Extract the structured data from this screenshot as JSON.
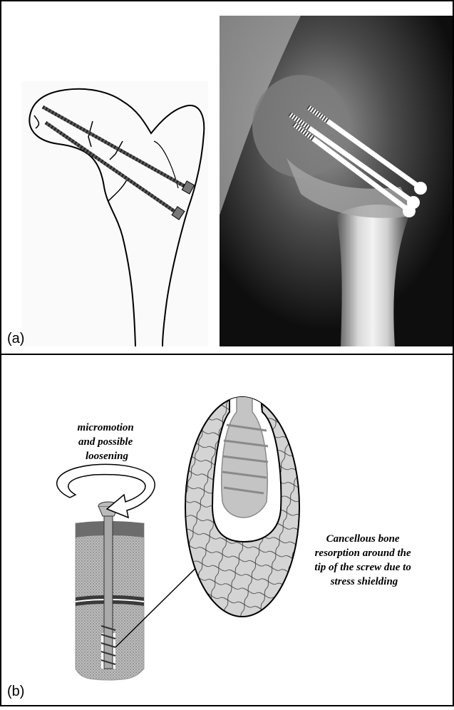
{
  "panels": {
    "a": {
      "label": "(a)"
    },
    "b": {
      "label": "(b)",
      "annotation_left": [
        "micromotion",
        "and possible",
        "loosening"
      ],
      "annotation_right": [
        "Cancellous bone",
        "resorption around the",
        "tip of the screw due to",
        "stress shielding"
      ]
    }
  }
}
